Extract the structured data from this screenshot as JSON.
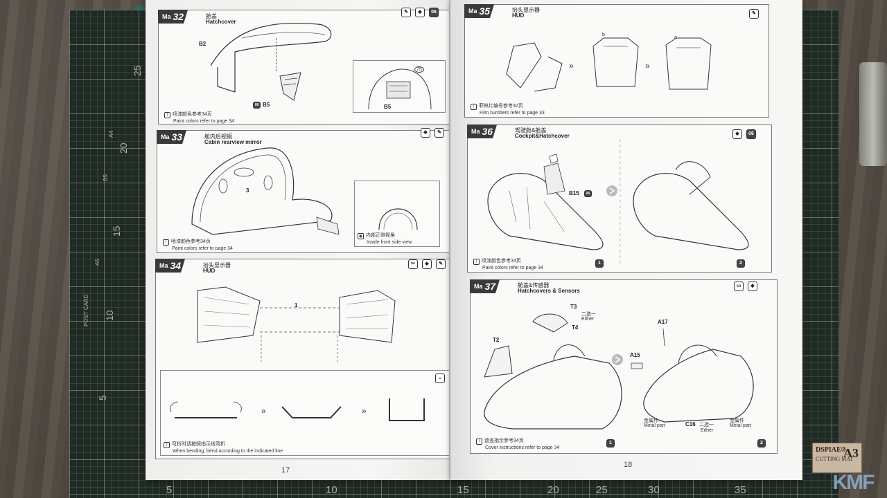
{
  "mat": {
    "top_numbers": [
      "5",
      "10",
      "15",
      "20",
      "25",
      "30",
      "35"
    ],
    "left_numbers": [
      "25",
      "20",
      "15",
      "10",
      "5"
    ],
    "side_labels": [
      "A4",
      "B5",
      "POST CARD",
      "A5"
    ]
  },
  "brand": {
    "name": "DSPIAE®",
    "sub": "CUTTING MAT",
    "size": "A3"
  },
  "watermark": "KMF",
  "left_page": {
    "page_number": "17",
    "steps": [
      {
        "num": "32",
        "zh": "舱盖",
        "en": "Hatchcover",
        "note_zh": "喷漆颜色参考34页",
        "note_en": "Paint colors refer to page 34",
        "parts": [
          "B2",
          "B5",
          "B5",
          "75"
        ],
        "chips": [
          "06"
        ]
      },
      {
        "num": "33",
        "zh": "舱内后视镜",
        "en": "Cabin rearview mirror",
        "note_zh": "喷漆颜色参考34页",
        "note_en": "Paint colors refer to page 34",
        "inset_zh": "内部正侧视角",
        "inset_en": "Inside front side view",
        "callout": "3"
      },
      {
        "num": "34",
        "zh": "抬头显示器",
        "en": "HUD",
        "callout": "1",
        "note_zh": "弯折时请按照指示线弯折",
        "note_en": "When bending, bend according to the indicated line"
      }
    ]
  },
  "right_page": {
    "page_number": "18",
    "steps": [
      {
        "num": "35",
        "zh": "抬头显示器",
        "en": "HUD",
        "note_zh": "菲林片编号参考32页",
        "note_en": "Film numbers refer to page 33",
        "callouts": [
          "b",
          "a"
        ]
      },
      {
        "num": "36",
        "zh": "驾驶舱&舱盖",
        "en": "Cockpit&Hatchcover",
        "note_zh": "喷漆颜色参考34页",
        "note_en": "Paint colors refer to page 34",
        "parts": [
          "B15",
          "06"
        ],
        "chips": [
          "06"
        ],
        "sub_steps": [
          "1",
          "2"
        ]
      },
      {
        "num": "37",
        "zh": "舱盖&传感器",
        "en": "Hatchcovers & Sensors",
        "note_zh": "遮盖指示参考34页",
        "note_en": "Cover instructions refer to page 34",
        "parts": [
          "T2",
          "T3",
          "T4",
          "A15",
          "A17",
          "C16"
        ],
        "either_zh": "二选一",
        "either_en": "Either",
        "metal_zh": "金属件",
        "metal_en": "Metal part",
        "sub_steps": [
          "1",
          "2"
        ]
      }
    ]
  },
  "step_prefix": "Ma"
}
